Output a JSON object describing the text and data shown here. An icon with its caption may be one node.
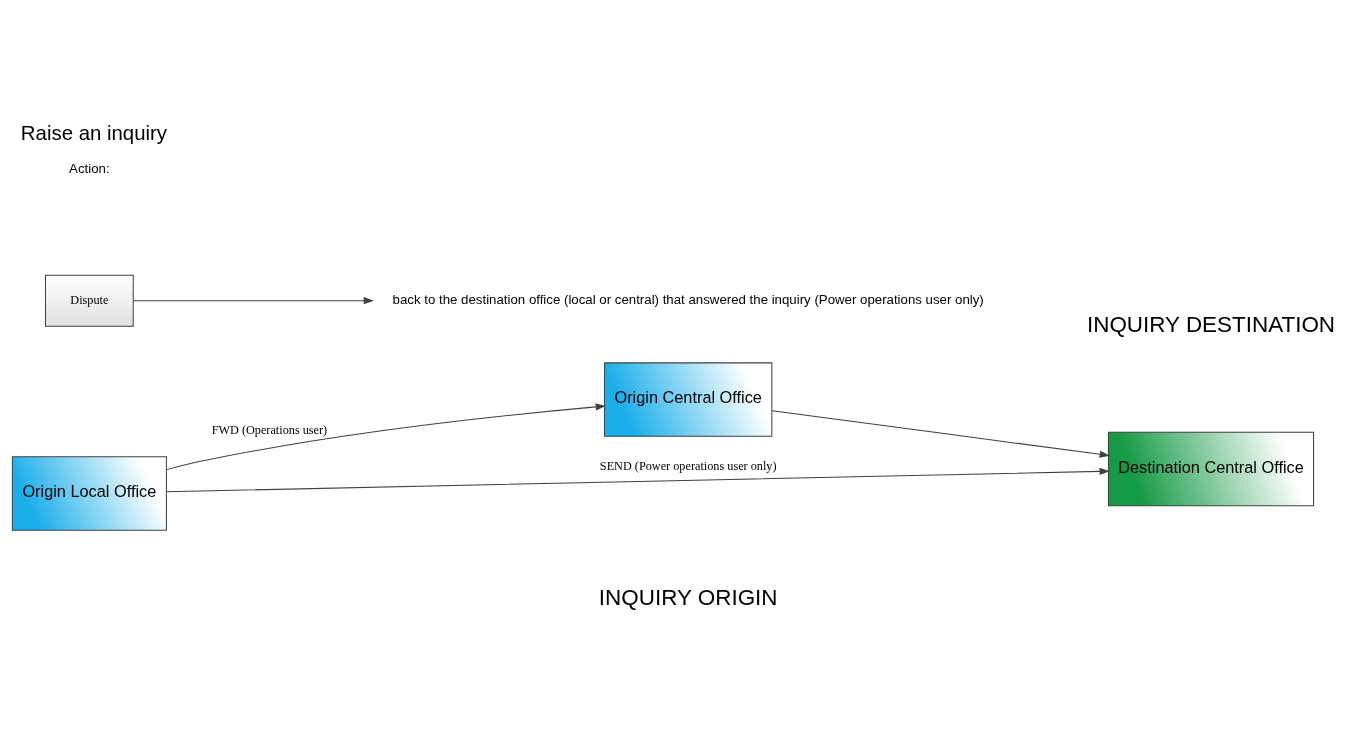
{
  "diagram": {
    "title": "Raise an inquiry",
    "nodes": [
      {
        "text": [
          "Origin Local Office"
        ]
      },
      {
        "text": [
          "Origin Central Office"
        ]
      },
      {
        "text": [
          "Destination Central Office"
        ]
      },
      {
        "text": [
          "Dispute"
        ]
      },
      {
        "text": [
          "back to the destination office (local or central) that answered the inquiry (Power operations user only)"
        ]
      }
    ],
    "edges": [
      {
        "from": 0,
        "to": 1,
        "arrow": "to",
        "label": "FWD (Operations user)"
      },
      {
        "from": 0,
        "to": 2,
        "arrow": "to",
        "label": "SEND (Power operations user only)"
      },
      {
        "from": 1,
        "to": 2,
        "arrow": "to"
      },
      {
        "from": 3,
        "to": 4,
        "arrow": "to"
      }
    ],
    "labels": [
      "INQUIRY ORIGIN",
      "INQUIRY DESTINATION",
      "Action:"
    ]
  }
}
